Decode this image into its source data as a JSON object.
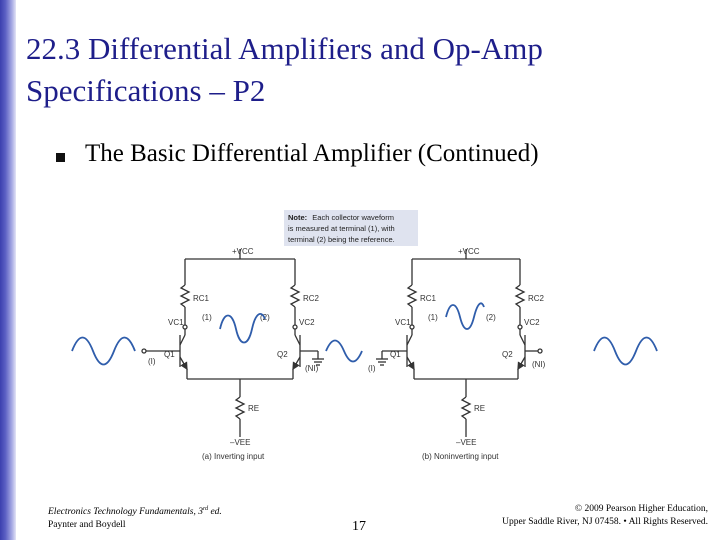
{
  "slide": {
    "title_line1": "22.3 Differential Amplifiers and Op-Amp",
    "title_line2": "Specifications – P2",
    "bullet_text": "The Basic Differential Amplifier (Continued)"
  },
  "figure": {
    "note_bold": "Note:",
    "note_line1": "Each collector waveform",
    "note_line2": "is measured at terminal (1), with",
    "note_line3": "terminal (2) being the reference.",
    "left_caption": "(a) Inverting input",
    "right_caption": "(b) Noninverting input",
    "vcc": "+VCC",
    "vee": "–VEE",
    "rc1": "RC1",
    "rc2": "RC2",
    "re": "RE",
    "vc1": "VC1",
    "vc2": "VC2",
    "q1": "Q1",
    "q2": "Q2",
    "term1": "(1)",
    "term2": "(2)",
    "input_i": "(I)",
    "input_ni": "(NI)"
  },
  "footer": {
    "book_title": "Electronics Technology Fundamentals, 3",
    "book_edition_sup": "rd",
    "book_edition_rest": " ed.",
    "authors": "Paynter and Boydell",
    "page_number": "17",
    "copyright_line1": "© 2009 Pearson Higher Education,",
    "copyright_line2": "Upper Saddle River, NJ 07458. • All Rights Reserved."
  }
}
